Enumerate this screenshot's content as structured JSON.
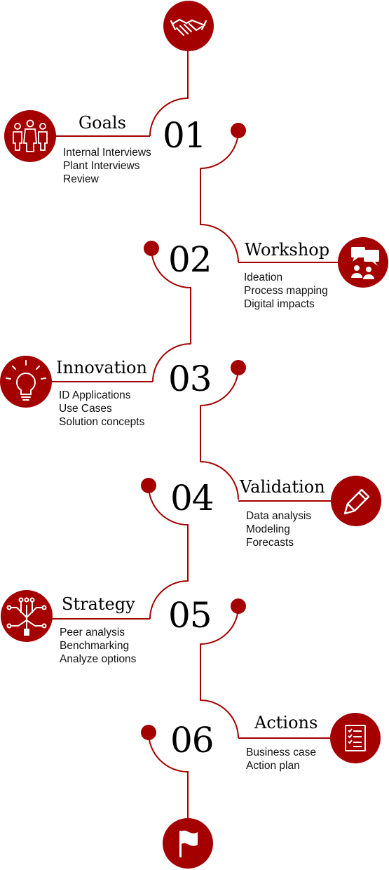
{
  "colors": {
    "accent": "#a40000",
    "line": "#a40000",
    "text": "#000000"
  },
  "start_icon": "handshake-icon",
  "end_icon": "flag-icon",
  "steps": [
    {
      "number": "01",
      "title": "Goals",
      "icon": "people-icon",
      "items": [
        "Internal Interviews",
        "Plant Interviews",
        "Review"
      ]
    },
    {
      "number": "02",
      "title": "Workshop",
      "icon": "discussion-icon",
      "items": [
        "Ideation",
        "Process mapping",
        "Digital impacts"
      ]
    },
    {
      "number": "03",
      "title": "Innovation",
      "icon": "lightbulb-icon",
      "items": [
        "ID Applications",
        "Use Cases",
        "Solution concepts"
      ]
    },
    {
      "number": "04",
      "title": "Validation",
      "icon": "pencil-icon",
      "items": [
        "Data analysis",
        "Modeling",
        "Forecasts"
      ]
    },
    {
      "number": "05",
      "title": "Strategy",
      "icon": "network-icon",
      "items": [
        "Peer analysis",
        "Benchmarking",
        "Analyze options"
      ]
    },
    {
      "number": "06",
      "title": "Actions",
      "icon": "checklist-icon",
      "items": [
        "Business case",
        "Action plan"
      ]
    }
  ]
}
